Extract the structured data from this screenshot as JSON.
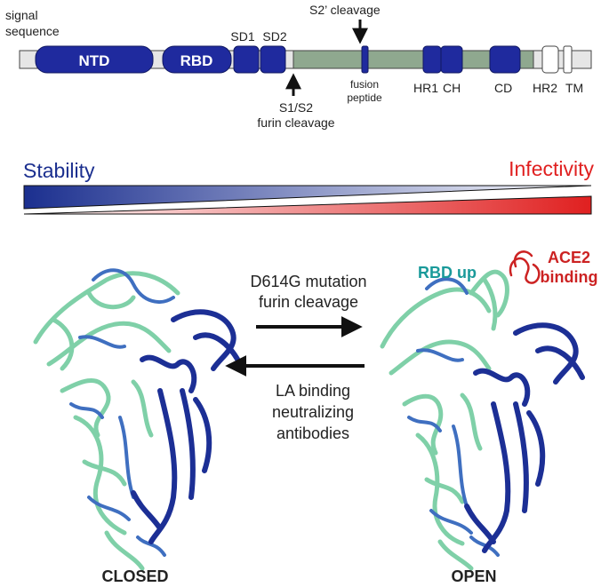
{
  "domain_map": {
    "signal_sequence_label": [
      "signal",
      "sequence"
    ],
    "ntd": "NTD",
    "rbd": "RBD",
    "sd1": "SD1",
    "sd2": "SD2",
    "s2_prime_cleavage": "S2’ cleavage",
    "fusion_peptide_label": [
      "fusion",
      "peptide"
    ],
    "hr1": "HR1",
    "ch": "CH",
    "cd": "CD",
    "hr2": "HR2",
    "tm": "TM",
    "s1s2_label": [
      "S1/S2",
      "furin cleavage"
    ]
  },
  "gradient": {
    "stability": "Stability",
    "infectivity": "Infectivity",
    "stability_color": "#1b2f8f",
    "infectivity_color": "#e02020"
  },
  "states": {
    "closed": "CLOSED",
    "open": "OPEN",
    "rbd_up": "RBD up",
    "ace2_binding": [
      "ACE2",
      "binding"
    ]
  },
  "transitions": {
    "forward": [
      "D614G mutation",
      "furin cleavage"
    ],
    "reverse": [
      "LA binding",
      "neutralizing",
      "antibodies"
    ]
  },
  "colors": {
    "domain_blue": "#1f2a9e",
    "linker_green": "#8fa88f",
    "protein_green": "#7fd0a8",
    "protein_blue": "#1c2f95",
    "protein_mid": "#3f6fc0",
    "ace2_red": "#cc2222",
    "rbd_teal": "#1a9a9a"
  }
}
